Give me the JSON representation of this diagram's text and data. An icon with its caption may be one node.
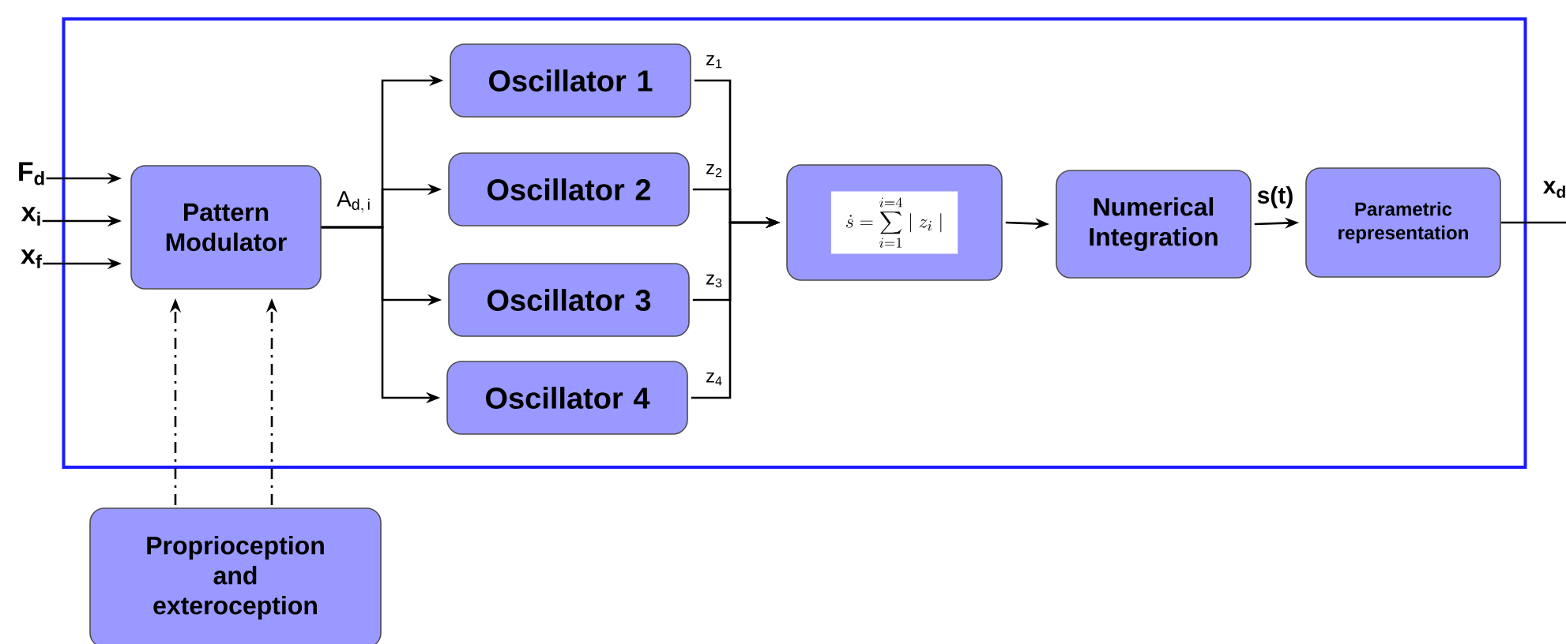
{
  "diagram": {
    "nodes": [
      {
        "text": [],
        "shape": "box"
      },
      {
        "text": [
          "Pattern Modulator"
        ],
        "in": 0
      },
      {
        "text": [
          "Oscillator 1"
        ],
        "in": 0
      },
      {
        "text": [
          "Oscillator 2"
        ],
        "in": 0
      },
      {
        "text": [
          "Oscillator 3"
        ],
        "in": 0
      },
      {
        "text": [
          "Oscillator 4"
        ],
        "in": 0
      },
      {
        "text": [
          "\\dot{s} = \\sum_{i=1}^{i=4} \\mid z_i \\mid"
        ],
        "in": 0
      },
      {
        "text": [
          "Numerical Integration"
        ],
        "in": 0
      },
      {
        "text": [
          "Parametric representation"
        ],
        "in": 0
      },
      {
        "text": [
          "Proprioception and exteroception"
        ]
      },
      {
        "text": [
          "F$_{d}$"
        ]
      },
      {
        "text": [
          "x$_{i}$"
        ]
      },
      {
        "text": [
          "x$_{f}$"
        ]
      }
    ],
    "edges": [
      {
        "from": 10,
        "to": 1,
        "arrow": "to"
      },
      {
        "from": 11,
        "to": 1,
        "arrow": "to"
      },
      {
        "from": 12,
        "to": 1,
        "arrow": "to"
      },
      {
        "from": 1,
        "to": 2,
        "arrow": "to"
      },
      {
        "from": 1,
        "to": 3,
        "arrow": "to"
      },
      {
        "from": 1,
        "to": 4,
        "arrow": "to"
      },
      {
        "from": 1,
        "to": 5,
        "arrow": "to"
      },
      {
        "from": 2,
        "to": 6,
        "arrow": "to",
        "label": "z$_{1}$"
      },
      {
        "from": 3,
        "to": 6,
        "arrow": "to",
        "label": "z$_{2}$"
      },
      {
        "from": 4,
        "to": 6,
        "arrow": "to",
        "label": "z$_{3}$"
      },
      {
        "from": 5,
        "to": 6,
        "arrow": "to",
        "label": "z$_{4}$"
      },
      {
        "from": 6,
        "to": 7,
        "arrow": "to"
      },
      {
        "from": 7,
        "to": 8,
        "arrow": "to",
        "label": "s(t)"
      },
      {
        "from": 8,
        "to": null,
        "arrow": "none",
        "label": "x$_{d}$"
      },
      {
        "from": 9,
        "to": 1,
        "arrow": "to",
        "style": "dashed"
      },
      {
        "from": 9,
        "to": 1,
        "arrow": "to",
        "style": "dashed"
      }
    ],
    "labels": [
      "\\mathrm{A}_{\\mathrm{d},\\,\\mathrm{i}}"
    ]
  }
}
